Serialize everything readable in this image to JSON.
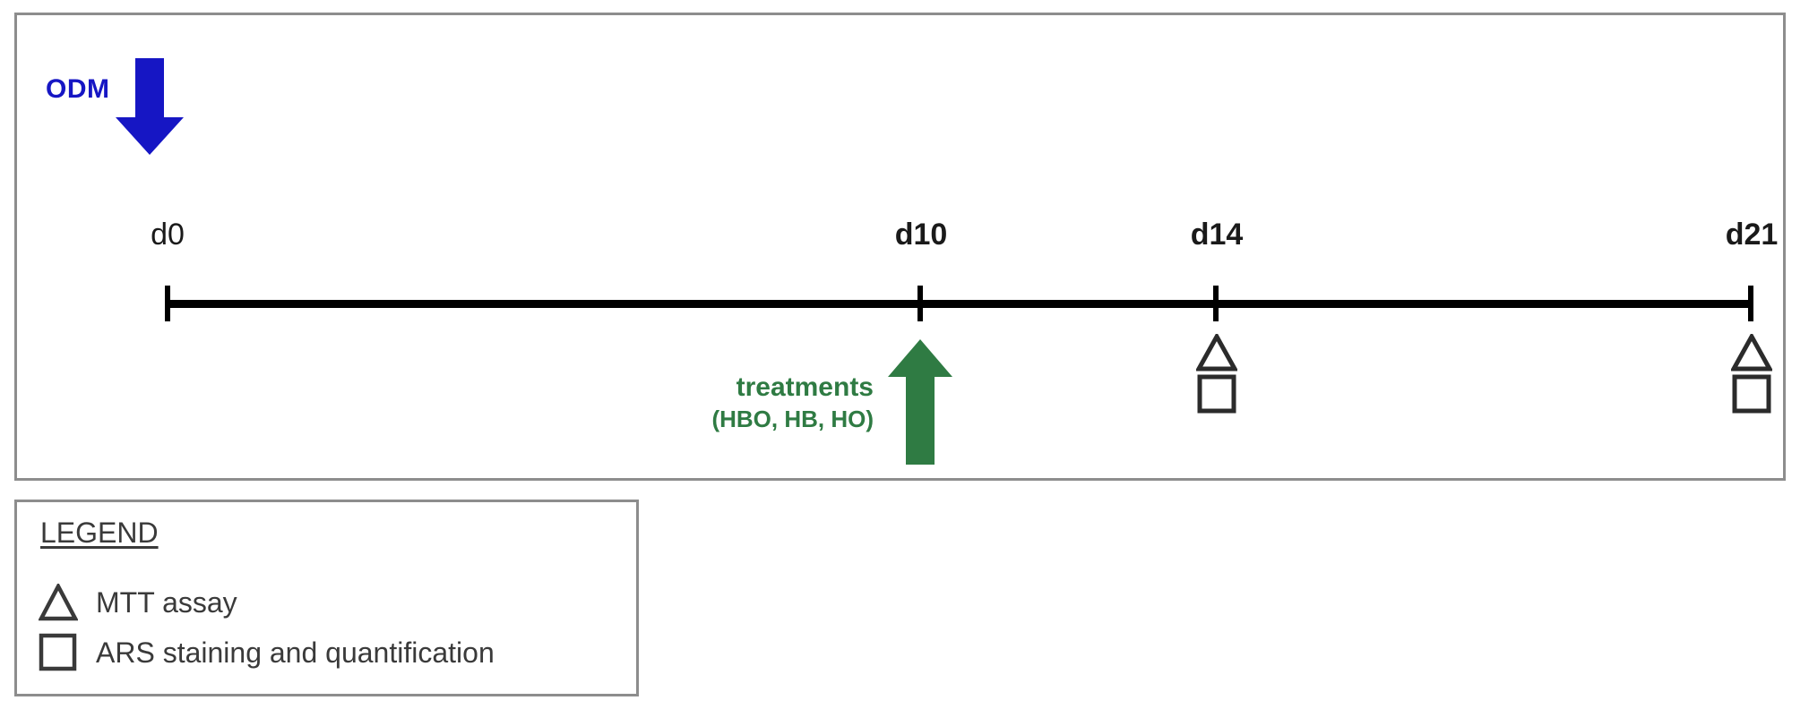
{
  "figure": {
    "type": "experimental-timeline-diagram",
    "colors": {
      "odm_blue": "#1616C4",
      "treatment_green": "#2F7B43",
      "axis_black": "#000000",
      "text_gray": "#3A3A3A",
      "frame_gray": "#8D8D8D"
    }
  },
  "timeline": {
    "induction": {
      "label": "ODM",
      "arrow_direction": "down",
      "arrow_color": "#1616C4",
      "at_day": "d0"
    },
    "days": [
      {
        "id": "d0",
        "label": "d0",
        "bold": false
      },
      {
        "id": "d10",
        "label": "d10",
        "bold": true
      },
      {
        "id": "d14",
        "label": "d14",
        "bold": true
      },
      {
        "id": "d21",
        "label": "d21",
        "bold": true
      }
    ],
    "treatments": {
      "line1": "treatments",
      "line2": "(HBO, HB, HO)",
      "arrow_direction": "up",
      "arrow_color": "#2F7B43",
      "at_day": "d10",
      "groups": [
        "HBO",
        "HB",
        "HO"
      ]
    },
    "assay_points": [
      {
        "at_day": "d14",
        "markers": [
          "triangle",
          "square"
        ]
      },
      {
        "at_day": "d21",
        "markers": [
          "triangle",
          "square"
        ]
      }
    ]
  },
  "legend": {
    "title": "LEGEND",
    "items": [
      {
        "symbol": "triangle",
        "label": "MTT assay"
      },
      {
        "symbol": "square",
        "label": "ARS staining and quantification"
      }
    ]
  }
}
